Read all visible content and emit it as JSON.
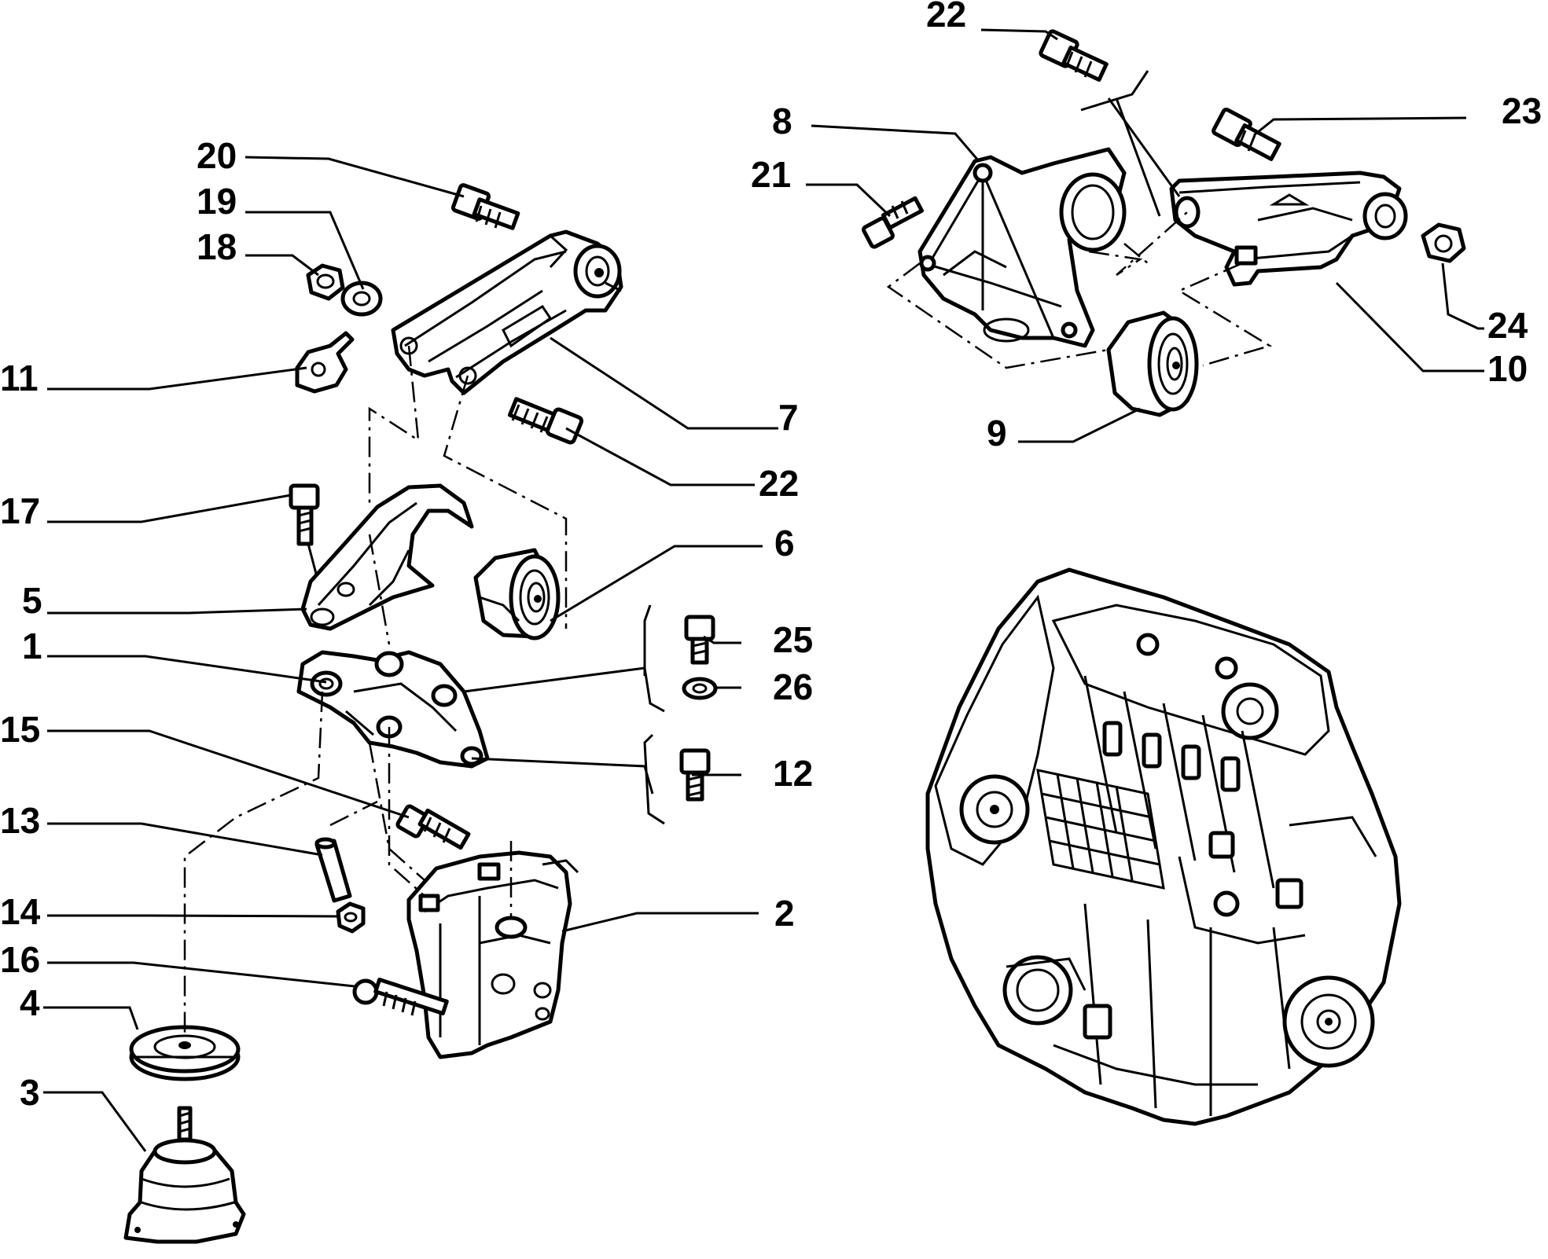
{
  "callouts": {
    "c1": "1",
    "c2": "2",
    "c3": "3",
    "c4": "4",
    "c5": "5",
    "c6": "6",
    "c7": "7",
    "c8": "8",
    "c9": "9",
    "c10": "10",
    "c11": "11",
    "c12": "12",
    "c13": "13",
    "c14": "14",
    "c15": "15",
    "c16": "16",
    "c17": "17",
    "c18": "18",
    "c19": "19",
    "c20": "20",
    "c21": "21",
    "c22a": "22",
    "c22b": "22",
    "c23": "23",
    "c24": "24",
    "c25": "25",
    "c26": "26"
  }
}
